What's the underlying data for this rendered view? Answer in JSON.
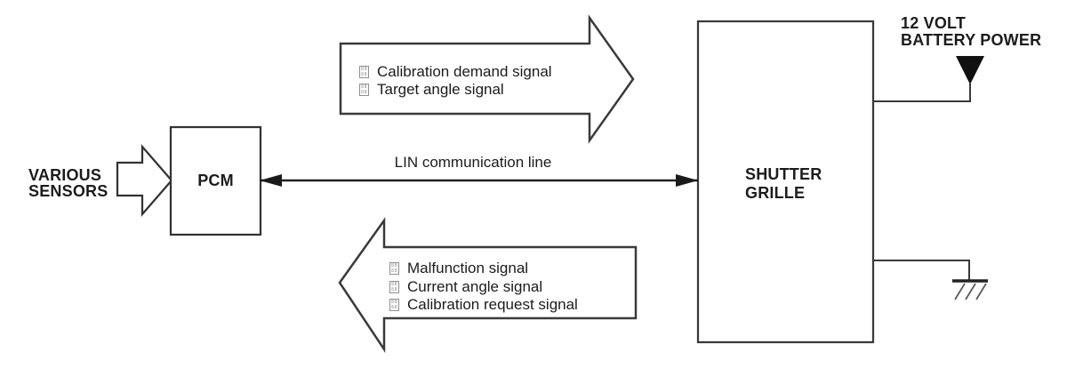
{
  "canvas": {
    "background": "#ffffff",
    "line_color": "#333333",
    "arrowhead_color": "#1a1a1a",
    "text_color": "#1c1c1c"
  },
  "left_section": {
    "sensors_label": {
      "line1": "VARIOUS",
      "line2": "SENSORS"
    },
    "pcm_label": "PCM"
  },
  "bus": {
    "label": "LIN communication line"
  },
  "pcm_to_grille_arrow": {
    "direction": "right",
    "signals": [
      "Calibration demand signal",
      "Target angle signal"
    ]
  },
  "grille_to_pcm_arrow": {
    "direction": "left",
    "signals": [
      "Malfunction signal",
      "Current angle signal",
      "Calibration request signal"
    ]
  },
  "right_section": {
    "grille_label": {
      "line1": "SHUTTER",
      "line2": "GRILLE"
    },
    "battery_label": {
      "line1": "12 VOLT",
      "line2": "BATTERY POWER"
    },
    "icons": {
      "battery": "battery-power-triangle-icon",
      "ground": "ground-icon",
      "bullet": "missing-glyph-icon"
    }
  }
}
